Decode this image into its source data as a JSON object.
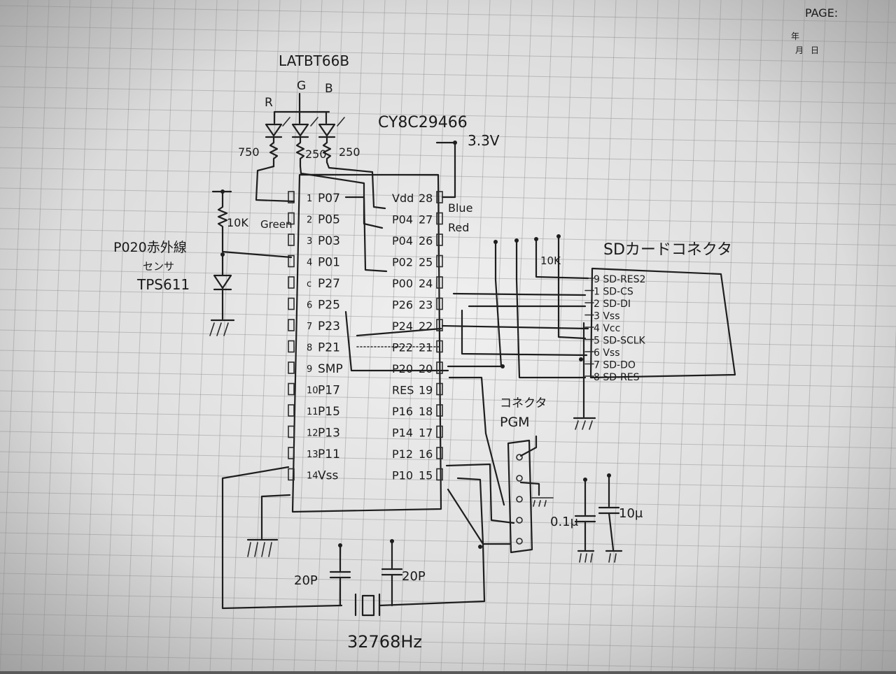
{
  "header": {
    "page_label": "PAGE:",
    "corner_marks": [
      "年",
      "月",
      "日"
    ]
  },
  "module": {
    "part": "LATBT66B",
    "colors": [
      "R",
      "G",
      "B"
    ],
    "resistors": [
      "750",
      "250",
      "250"
    ]
  },
  "mcu": {
    "part": "CY8C29466",
    "supply": "3.3V",
    "left_pins": [
      {
        "n": "1",
        "name": "P07"
      },
      {
        "n": "2",
        "name": "P05"
      },
      {
        "n": "3",
        "name": "P03"
      },
      {
        "n": "4",
        "name": "P01"
      },
      {
        "n": "c",
        "name": "P27"
      },
      {
        "n": "6",
        "name": "P25"
      },
      {
        "n": "7",
        "name": "P23"
      },
      {
        "n": "8",
        "name": "P21"
      },
      {
        "n": "9",
        "name": "SMP"
      },
      {
        "n": "10",
        "name": "P17"
      },
      {
        "n": "11",
        "name": "P15"
      },
      {
        "n": "12",
        "name": "P13"
      },
      {
        "n": "13",
        "name": "P11"
      },
      {
        "n": "14",
        "name": "Vss"
      }
    ],
    "right_pins": [
      {
        "n": "28",
        "name": "Vdd"
      },
      {
        "n": "27",
        "name": "P04"
      },
      {
        "n": "26",
        "name": "P04"
      },
      {
        "n": "25",
        "name": "P02"
      },
      {
        "n": "24",
        "name": "P00"
      },
      {
        "n": "23",
        "name": "P26"
      },
      {
        "n": "22",
        "name": "P24"
      },
      {
        "n": "21",
        "name": "P22"
      },
      {
        "n": "20",
        "name": "P20"
      },
      {
        "n": "19",
        "name": "RES"
      },
      {
        "n": "18",
        "name": "P16"
      },
      {
        "n": "17",
        "name": "P14"
      },
      {
        "n": "16",
        "name": "P12"
      },
      {
        "n": "15",
        "name": "P10"
      }
    ],
    "pin_notes": {
      "green": "Green",
      "blue": "Blue",
      "red": "Red"
    }
  },
  "sensor": {
    "pullup": "10K",
    "label_line1": "P020赤外線",
    "label_line2": "センサ",
    "part": "TPS611"
  },
  "sd": {
    "title": "SDカードコネクタ",
    "pullup": "10K",
    "pins": [
      "9 SD-RES2",
      "1 SD-CS",
      "2 SD-DI",
      "3 Vss",
      "4 Vcc",
      "5 SD-SCLK",
      "6 Vss",
      "7 SD-DO",
      "8 SD-RES"
    ]
  },
  "pgm": {
    "title_line1": "コネクタ",
    "title_line2": "PGM"
  },
  "caps": {
    "c1": "0.1μ",
    "c2": "10μ"
  },
  "crystal": {
    "cap_left": "20P",
    "cap_right": "20P",
    "freq": "32768Hz"
  }
}
